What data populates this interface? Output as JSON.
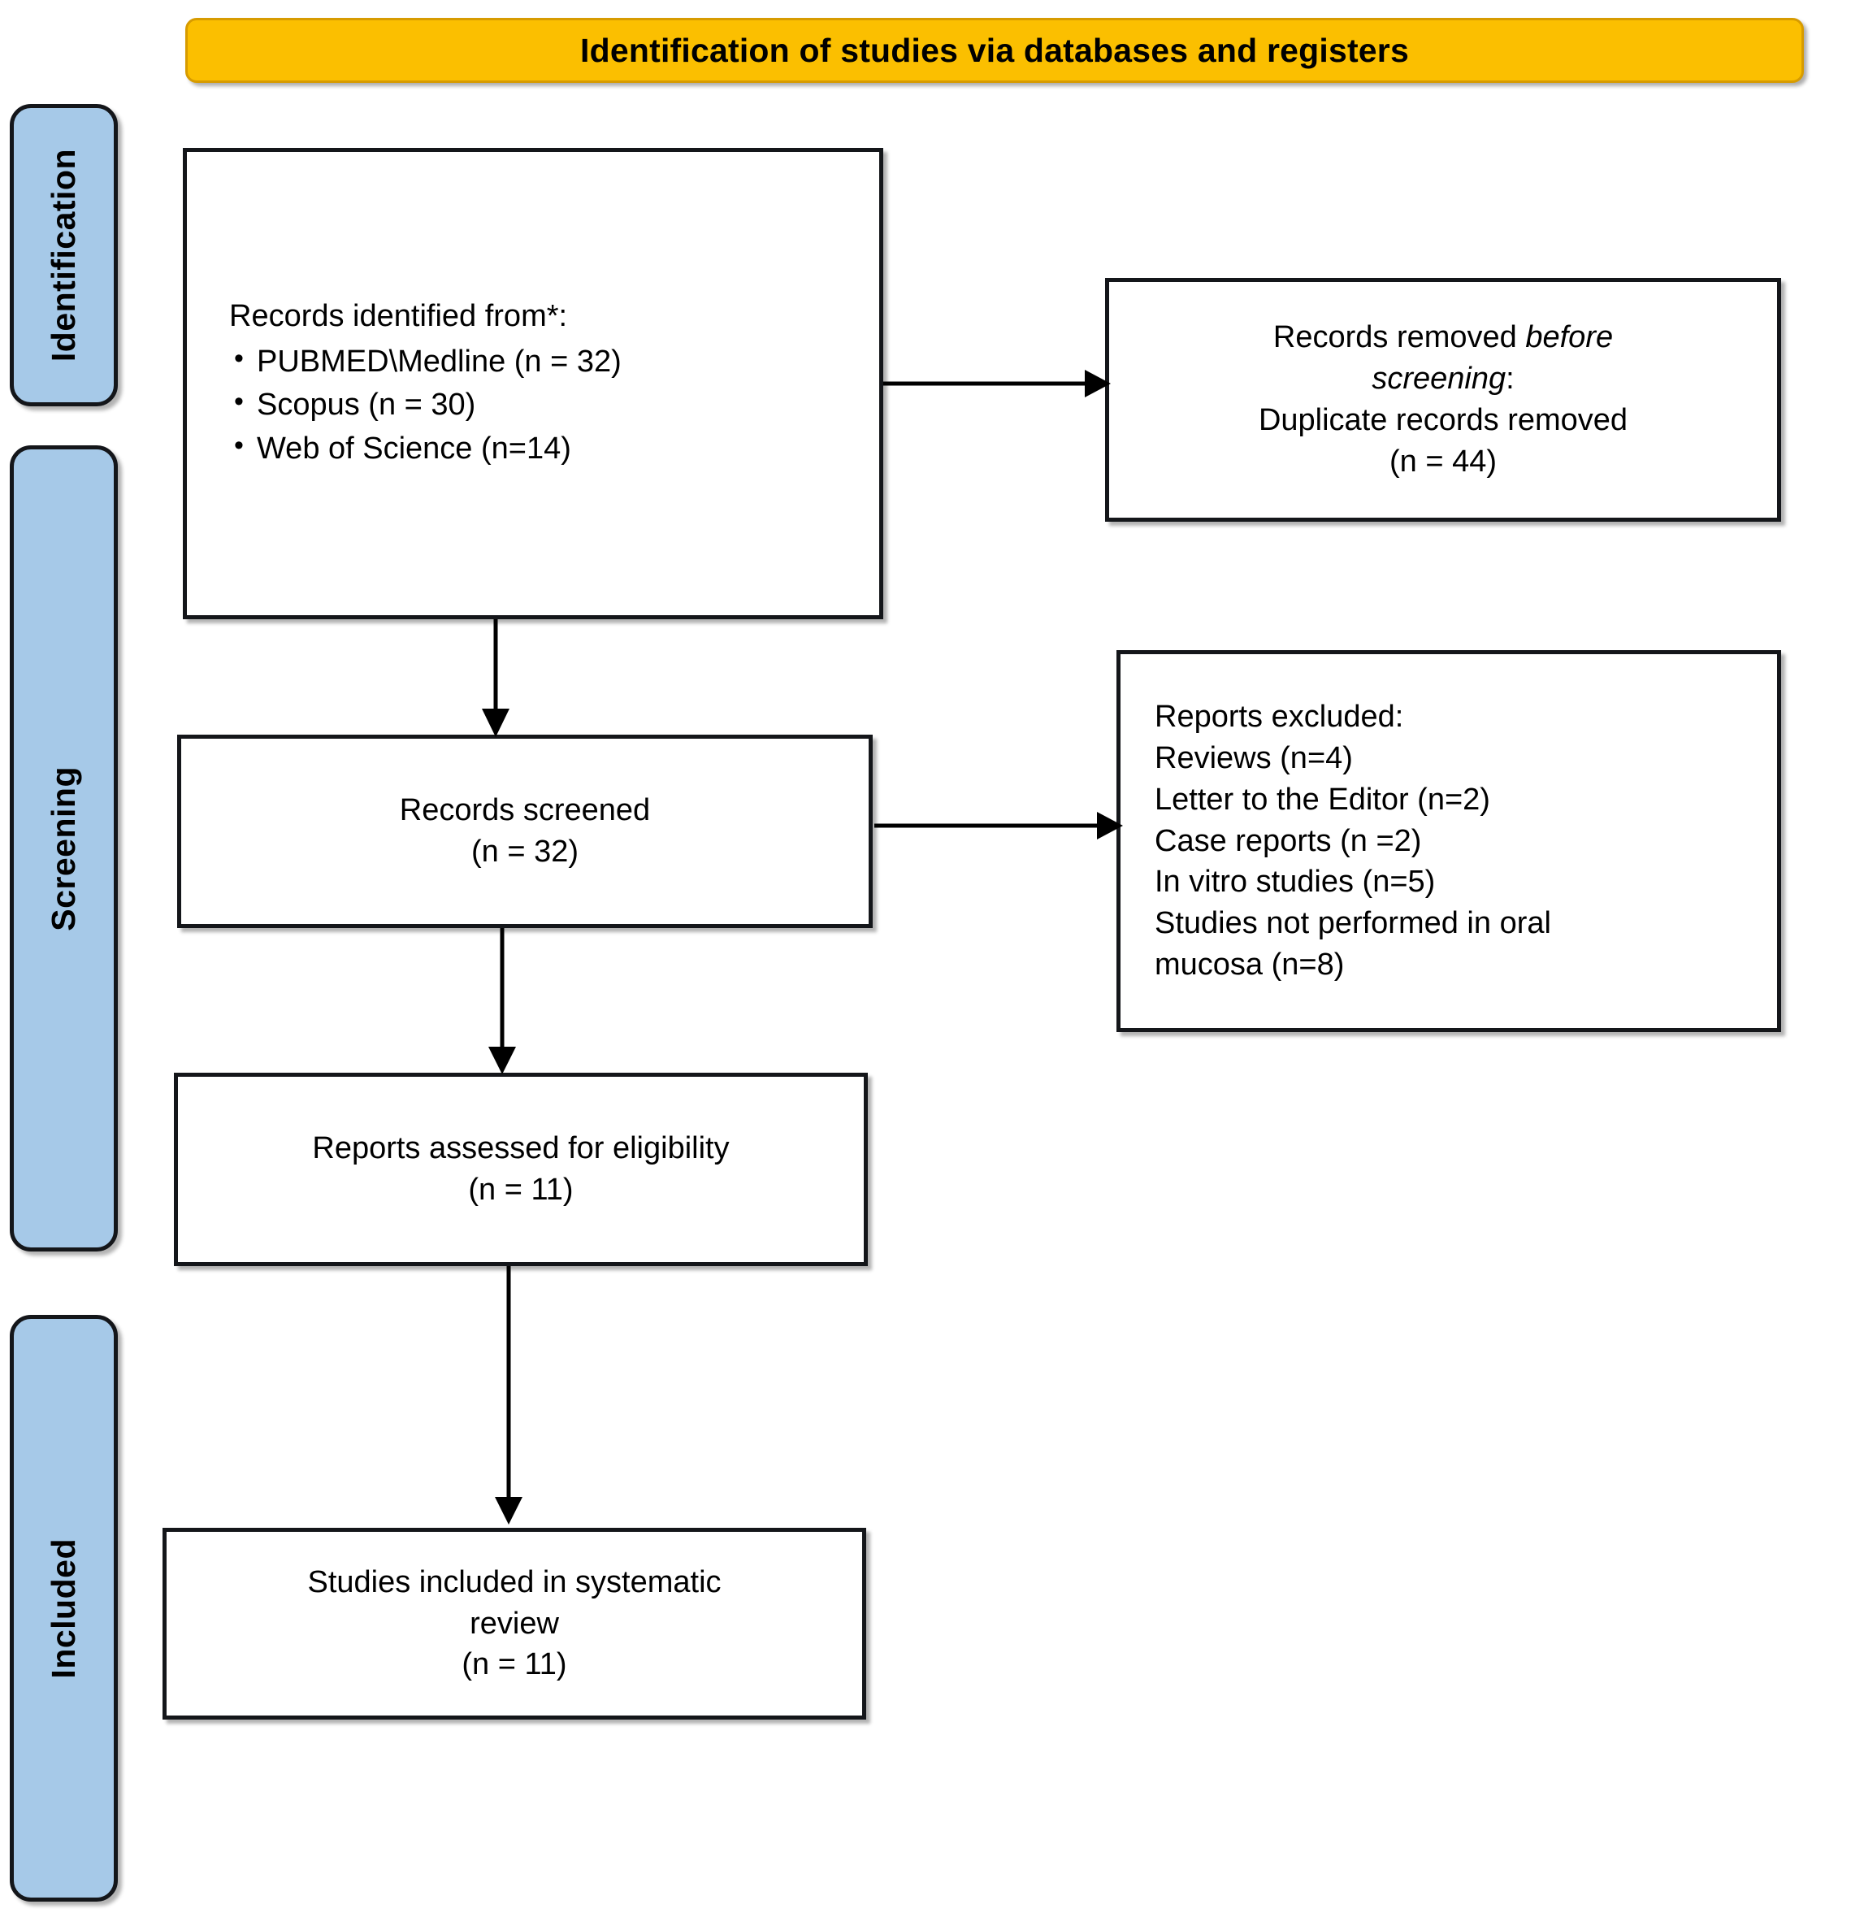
{
  "diagram": {
    "type": "prisma-flow-diagram",
    "phase_header": {
      "title": "Identification of studies via databases and registers"
    },
    "stages": [
      {
        "id": "identification",
        "label": "Identification"
      },
      {
        "id": "screening",
        "label": "Screening"
      },
      {
        "id": "included",
        "label": "Included"
      }
    ],
    "boxes": {
      "records_identified": {
        "heading": "Records identified from*:",
        "sources": [
          "PUBMED\\Medline (n = 32)",
          "Scopus (n = 30)",
          "Web of Science (n=14)"
        ]
      },
      "records_removed": {
        "line1_prefix": "Records removed ",
        "line1_italic": "before",
        "line2_italic": "screening",
        "line2_suffix": ":",
        "line3": "Duplicate records removed",
        "line4": "(n = 44)"
      },
      "records_screened": {
        "line1": "Records screened",
        "line2": "(n = 32)"
      },
      "reports_excluded": {
        "heading": "Reports excluded:",
        "reasons": [
          "Reviews (n=4)",
          "Letter to the Editor (n=2)",
          "Case reports (n =2)",
          "In vitro studies (n=5)",
          "Studies not performed in oral",
          "mucosa (n=8)"
        ]
      },
      "reports_assessed": {
        "line1": "Reports assessed for eligibility",
        "line2": "(n = 11)"
      },
      "studies_included": {
        "line1": "Studies included in systematic",
        "line2": "review",
        "line3": "(n = 11)"
      }
    },
    "counts": {
      "pubmed_medline": 32,
      "scopus": 30,
      "web_of_science": 14,
      "duplicates_removed": 44,
      "records_screened": 32,
      "excluded_reviews": 4,
      "excluded_letters": 2,
      "excluded_case_reports": 2,
      "excluded_in_vitro": 5,
      "excluded_not_oral_mucosa": 8,
      "reports_assessed": 11,
      "studies_included": 11
    },
    "colors": {
      "header_fill": "#fbbf00",
      "header_border": "#d79b00",
      "stage_fill": "#a6c9e8",
      "stage_border": "#14161a",
      "box_fill": "#ffffff",
      "box_border": "#14161a",
      "arrow": "#000000",
      "text": "#000000"
    }
  }
}
